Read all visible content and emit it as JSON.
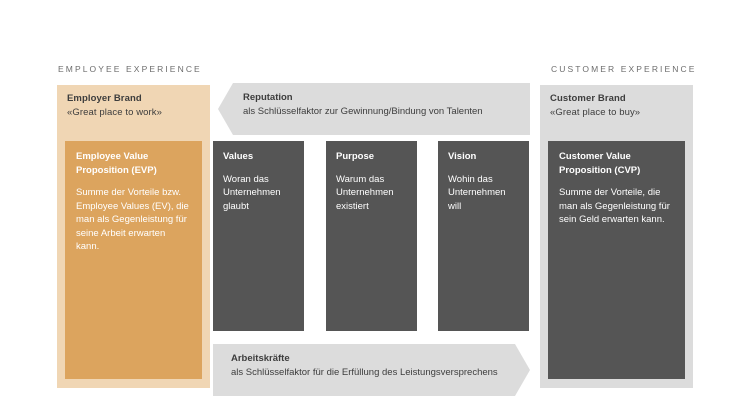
{
  "sections": {
    "employee": {
      "label": "EMPLOYEE EXPERIENCE"
    },
    "customer": {
      "label": "CUSTOMER EXPERIENCE"
    }
  },
  "employer_brand": {
    "heading": "Employer Brand",
    "subtitle": "«Great place to work»",
    "card": {
      "title": "Employee Value Proposition (EVP)",
      "body": "Summe der Vorteile bzw. Employee Values (EV), die man als Gegenleistung für seine Arbeit erwarten kann."
    }
  },
  "customer_brand": {
    "heading": "Customer Brand",
    "subtitle": "«Great place to buy»",
    "card": {
      "title": "Customer Value Proposition (CVP)",
      "body": "Summe der Vorteile, die man als Gegenleistung für sein Geld erwarten kann."
    }
  },
  "pillars": [
    {
      "title": "Values",
      "body": "Woran das Unternehmen glaubt"
    },
    {
      "title": "Purpose",
      "body": "Warum das Unternehmen existiert"
    },
    {
      "title": "Vision",
      "body": "Wohin das Unternehmen will"
    }
  ],
  "banners": {
    "reputation": {
      "title": "Reputation",
      "body": "als Schlüsselfaktor zur Gewinnung/Bindung von Talenten",
      "direction": "left"
    },
    "workforce": {
      "title": "Arbeitskräfte",
      "body": "als Schlüsselfaktor für die Erfüllung des Leistungsversprechens",
      "direction": "right"
    }
  },
  "colors": {
    "brand_orange_light": "#f0d6b4",
    "brand_orange": "#dca45e",
    "gray_dark": "#555555",
    "gray_light": "#dcdcdc",
    "text_dark": "#3d3d3d",
    "label_gray": "#6d6d6d",
    "background": "#ffffff"
  }
}
